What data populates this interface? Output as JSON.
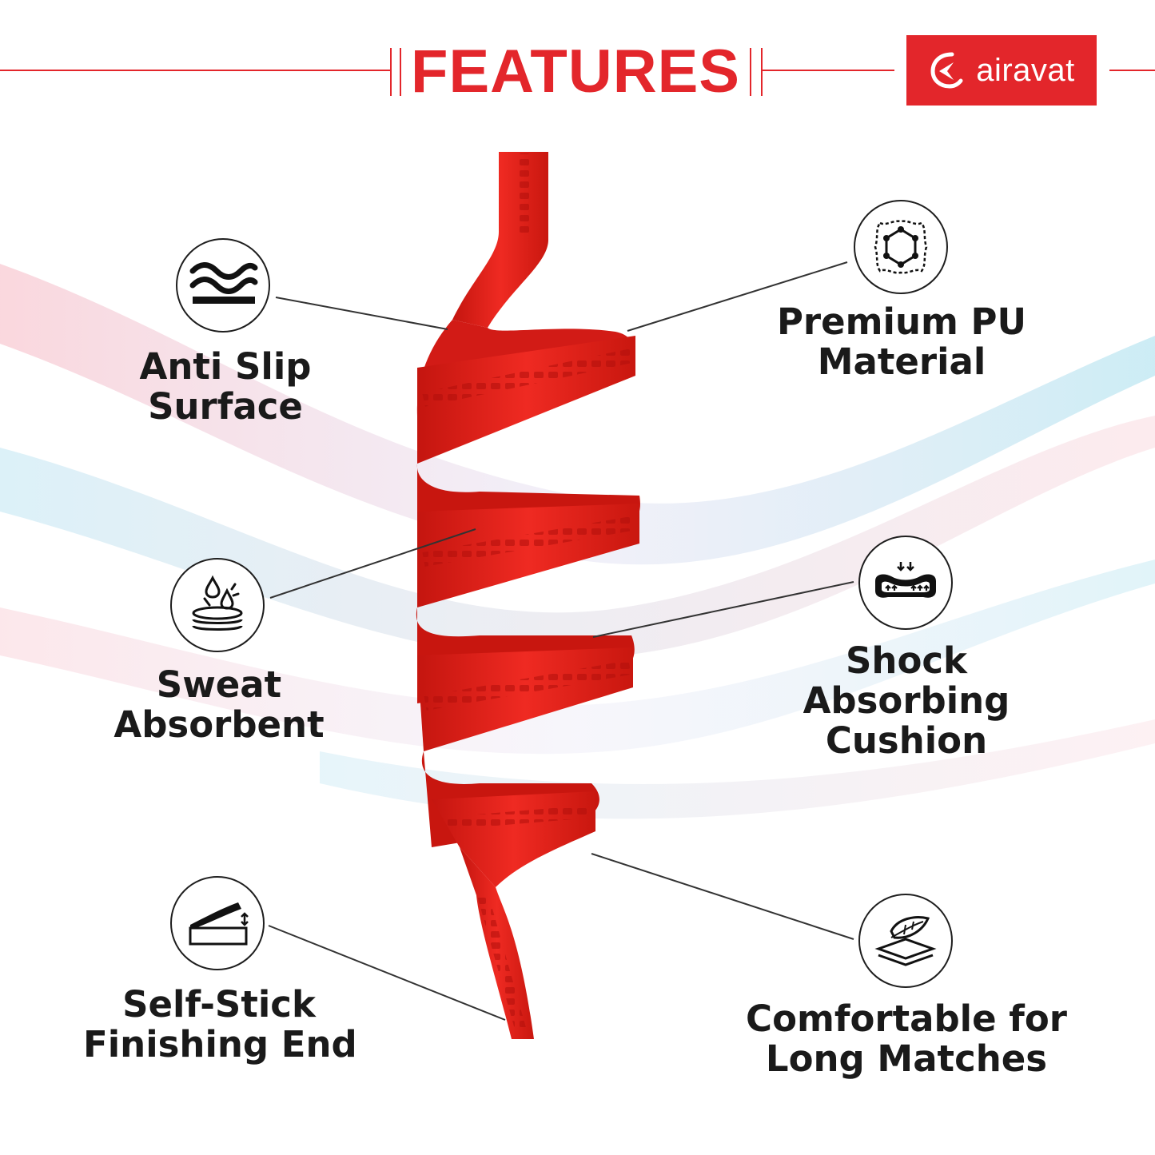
{
  "header": {
    "title": "FEATURES",
    "brand": "airavat"
  },
  "colors": {
    "accent": "#e3262b",
    "ribbon": "#e8231f",
    "ribbon_dark": "#a9110e",
    "text": "#1a1a1a"
  },
  "features": {
    "anti_slip": {
      "line1": "Anti Slip",
      "line2": "Surface",
      "icon": "wave-layers-icon"
    },
    "premium_pu": {
      "line1": "Premium PU",
      "line2": "Material",
      "icon": "leather-hexagon-icon"
    },
    "sweat": {
      "line1": "Sweat",
      "line2": "Absorbent",
      "icon": "water-drop-layers-icon"
    },
    "shock": {
      "line1": "Shock",
      "line2": "Absorbing",
      "line3": "Cushion",
      "icon": "cushion-arrows-icon"
    },
    "self_stick": {
      "line1": "Self-Stick",
      "line2": "Finishing End",
      "icon": "peel-adhesive-icon"
    },
    "comfortable": {
      "line1": "Comfortable for",
      "line2": "Long Matches",
      "icon": "feather-layers-icon"
    }
  }
}
